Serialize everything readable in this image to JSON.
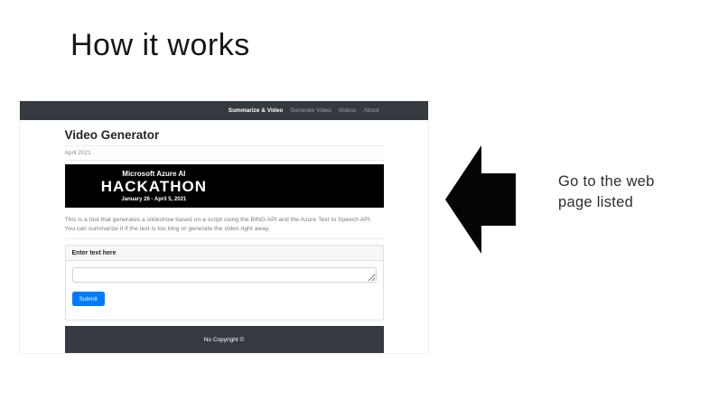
{
  "slide": {
    "title": "How it works",
    "annotation": "Go to the web\npage listed"
  },
  "webpage": {
    "navbar": {
      "items": [
        {
          "label": "Summarize & Video",
          "active": true
        },
        {
          "label": "Generate Video",
          "active": false
        },
        {
          "label": "Videos",
          "active": false
        },
        {
          "label": "About",
          "active": false
        }
      ]
    },
    "heading": "Video Generator",
    "date_label": "April 2021",
    "banner": {
      "line1": "Microsoft Azure AI",
      "line2": "HACKATHON",
      "line3": "January 26 - April 5, 2021"
    },
    "description": "This is a tool that generates a slideshow based on a script using the BING API and the Azure Text to Speech API. You can summarize it if the text is too long or generate the video right away.",
    "form": {
      "header": "Enter text here",
      "textarea_value": "",
      "submit_label": "Submit"
    },
    "footer_text": "No Copyright ©"
  },
  "colors": {
    "navbar_bg": "#343a40",
    "footer_bg": "#343a40",
    "banner_bg": "#000000",
    "submit_bg": "#007bff"
  }
}
